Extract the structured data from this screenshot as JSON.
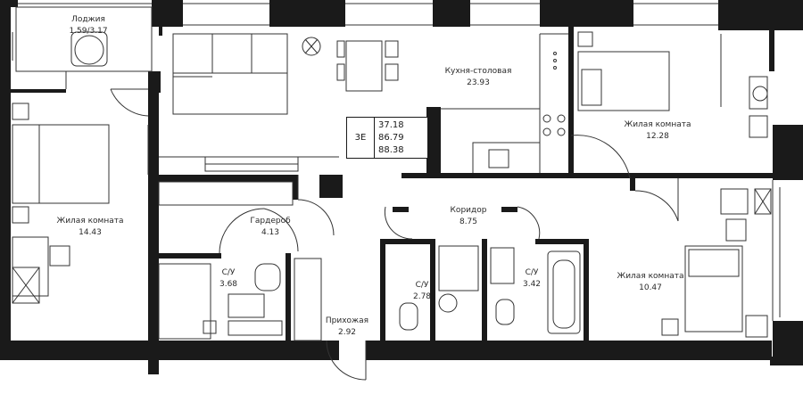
{
  "plan": {
    "apartment_code": "3E",
    "summary_areas": [
      "37.18",
      "86.79",
      "88.38"
    ],
    "rooms": [
      {
        "id": "loggia",
        "name": "Лоджия",
        "area": "1.59/3.17"
      },
      {
        "id": "kitchen",
        "name": "Кухня-столовая",
        "area": "23.93"
      },
      {
        "id": "bedroom-ne",
        "name": "Жилая комната",
        "area": "12.28"
      },
      {
        "id": "bedroom-w",
        "name": "Жилая комната",
        "area": "14.43"
      },
      {
        "id": "wardrobe",
        "name": "Гардероб",
        "area": "4.13"
      },
      {
        "id": "corridor",
        "name": "Коридор",
        "area": "8.75"
      },
      {
        "id": "bath-w",
        "name": "С/У",
        "area": "3.68"
      },
      {
        "id": "bath-c1",
        "name": "С/У",
        "area": "2.78"
      },
      {
        "id": "bath-c2",
        "name": "С/У",
        "area": "3.42"
      },
      {
        "id": "hall",
        "name": "Прихожая",
        "area": "2.92"
      },
      {
        "id": "bedroom-se",
        "name": "Жилая комната",
        "area": "10.47"
      }
    ]
  }
}
